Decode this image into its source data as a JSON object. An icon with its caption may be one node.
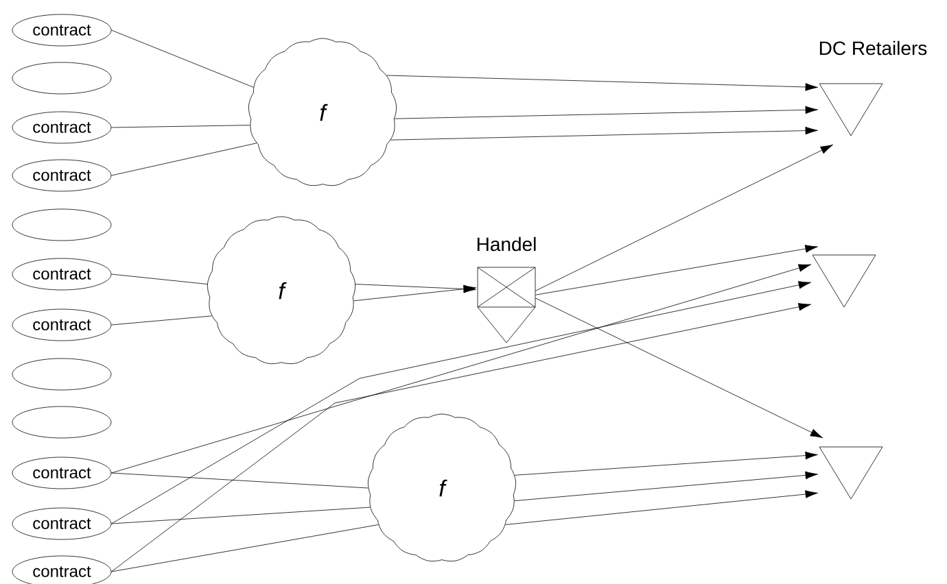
{
  "diagram": {
    "nodes": [
      {
        "text": [
          "contract"
        ]
      },
      {
        "text": [],
        "shape": "ellipse"
      },
      {
        "text": [
          "contract"
        ]
      },
      {
        "text": [
          "contract"
        ]
      },
      {
        "text": [],
        "shape": "ellipse"
      },
      {
        "text": [
          "contract"
        ]
      },
      {
        "text": [
          "contract"
        ]
      },
      {
        "text": [],
        "shape": "ellipse"
      },
      {
        "text": [],
        "shape": "ellipse"
      },
      {
        "text": [
          "contract"
        ]
      },
      {
        "text": [
          "contract"
        ]
      },
      {
        "text": [
          "contract"
        ]
      },
      {
        "text": [
          "f"
        ]
      },
      {
        "text": [
          "f"
        ]
      },
      {
        "text": [
          "f"
        ]
      },
      {
        "text": [
          "Handel"
        ]
      },
      {
        "text": [],
        "shape": "triangle"
      },
      {
        "text": [],
        "shape": "triangle"
      },
      {
        "text": [],
        "shape": "triangle"
      }
    ],
    "edges": [
      {
        "from": 0,
        "to": 12,
        "arrow": "none"
      },
      {
        "from": 2,
        "to": 12,
        "arrow": "none"
      },
      {
        "from": 3,
        "to": 12,
        "arrow": "none"
      },
      {
        "from": 12,
        "to": 16,
        "arrow": "to"
      },
      {
        "from": 12,
        "to": 16,
        "arrow": "to"
      },
      {
        "from": 12,
        "to": 16,
        "arrow": "to"
      },
      {
        "from": 5,
        "to": 13,
        "arrow": "none"
      },
      {
        "from": 6,
        "to": 13,
        "arrow": "none"
      },
      {
        "from": 13,
        "to": 15,
        "arrow": "to"
      },
      {
        "from": 13,
        "to": 15,
        "arrow": "to"
      },
      {
        "from": 15,
        "to": 16,
        "arrow": "to"
      },
      {
        "from": 15,
        "to": 17,
        "arrow": "to"
      },
      {
        "from": 15,
        "to": 18,
        "arrow": "to"
      },
      {
        "from": 9,
        "to": 17,
        "arrow": "to"
      },
      {
        "from": 9,
        "to": 14,
        "arrow": "none"
      },
      {
        "from": 10,
        "to": 17,
        "arrow": "to"
      },
      {
        "from": 10,
        "to": 14,
        "arrow": "none"
      },
      {
        "from": 11,
        "to": 17,
        "arrow": "to"
      },
      {
        "from": 11,
        "to": 14,
        "arrow": "none"
      },
      {
        "from": 14,
        "to": 18,
        "arrow": "to"
      },
      {
        "from": 14,
        "to": 18,
        "arrow": "to"
      },
      {
        "from": 14,
        "to": 18,
        "arrow": "to"
      }
    ],
    "labels": [
      "DC Retailers"
    ]
  }
}
